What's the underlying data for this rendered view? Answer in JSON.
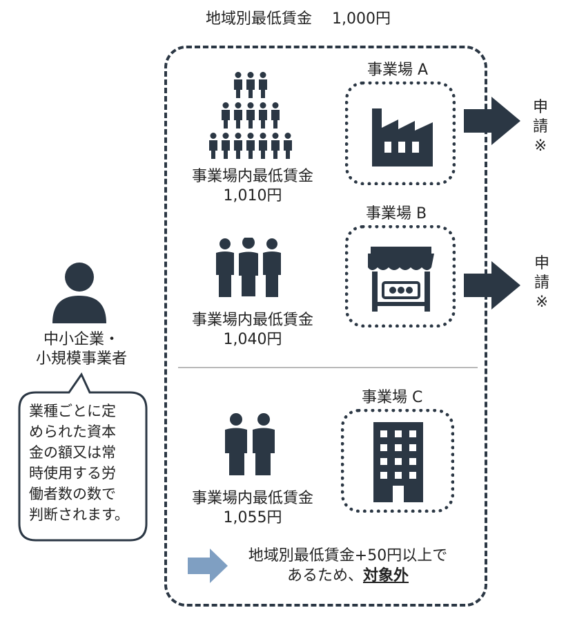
{
  "header": {
    "title": "地域別最低賃金",
    "amount": "1,000円"
  },
  "operator": {
    "line1": "中小企業・",
    "line2": "小規模事業者"
  },
  "speech_bubble": {
    "line1": "業種ごとに定",
    "line2": "められた資本",
    "line3": "金の額又は常",
    "line4": "時使用する労",
    "line5": "働者数の数で",
    "line6": "判断されます。"
  },
  "sites": [
    {
      "name": "事業場 A",
      "wage_label": "事業場内最低賃金",
      "wage": "1,010円",
      "icon": "factory-icon",
      "group": "large-crowd-icon",
      "action_line1": "申",
      "action_line2": "請",
      "action_line3": "※"
    },
    {
      "name": "事業場 B",
      "wage_label": "事業場内最低賃金",
      "wage": "1,040円",
      "icon": "shop-icon",
      "group": "three-people-icon",
      "action_line1": "申",
      "action_line2": "請",
      "action_line3": "※"
    },
    {
      "name": "事業場 C",
      "wage_label": "事業場内最低賃金",
      "wage": "1,055円",
      "icon": "office-building-icon",
      "group": "two-people-icon"
    }
  ],
  "result": {
    "line1": "地域別最低賃金+50円以上で",
    "line2_prefix": "あるため、",
    "line2_emphasis": "対象外"
  },
  "colors": {
    "dark": "#2b3744",
    "accent_arrow": "#7f9fc2",
    "divider": "#b9b9b9"
  }
}
